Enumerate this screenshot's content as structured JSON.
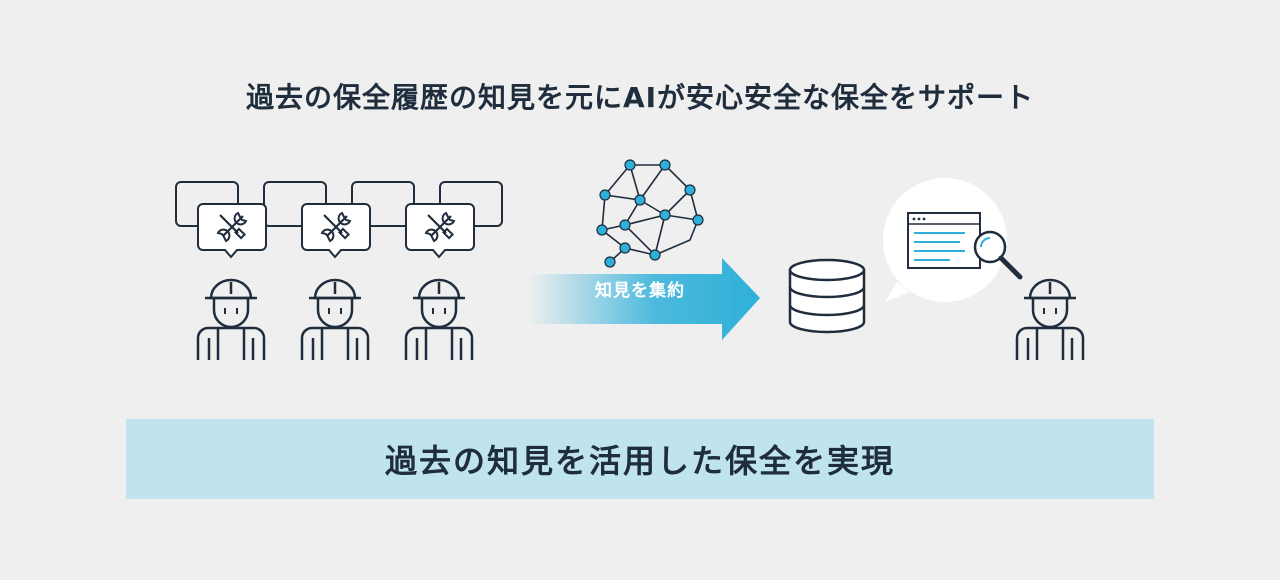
{
  "header": {
    "title": "過去の保全履歴の知見を元にAIが安心安全な保全をサポート"
  },
  "flow": {
    "arrow_label": "知見を集約"
  },
  "banner": {
    "text": "過去の知見を活用した保全を実現"
  },
  "colors": {
    "background": "#efefef",
    "ink": "#1f2d3d",
    "accent": "#2fb0d9",
    "accent_light": "#bfe4ee"
  },
  "icons": {
    "workers": [
      "worker-icon",
      "worker-icon",
      "worker-icon"
    ],
    "tools": [
      "wrench-screwdriver-icon",
      "wrench-screwdriver-icon",
      "wrench-screwdriver-icon"
    ],
    "ai": "neural-network-brain-icon",
    "database": "database-icon",
    "search": "magnifier-document-icon",
    "operator": "worker-icon"
  }
}
